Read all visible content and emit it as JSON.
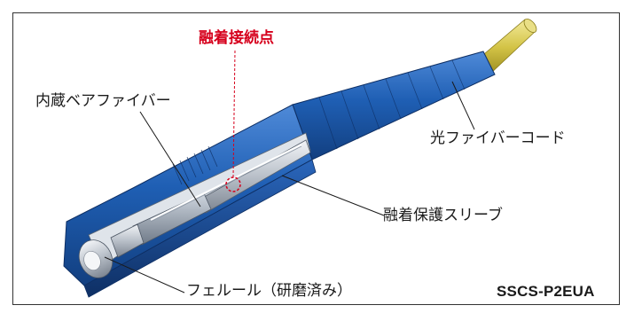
{
  "labels": {
    "fusion_point": "融着接続点",
    "built_in_bare_fiber": "内蔵ベアファイバー",
    "fiber_cord": "光ファイバーコード",
    "fusion_protection_sleeve": "融着保護スリーブ",
    "ferrule": "フェルール（研磨済み）",
    "model_number": "SSCS-P2EUA"
  },
  "colors": {
    "connector_blue": "#1f5fb4",
    "cord_yellow": "#d4c447",
    "highlight_red": "#d6001c",
    "frame": "#333333"
  }
}
